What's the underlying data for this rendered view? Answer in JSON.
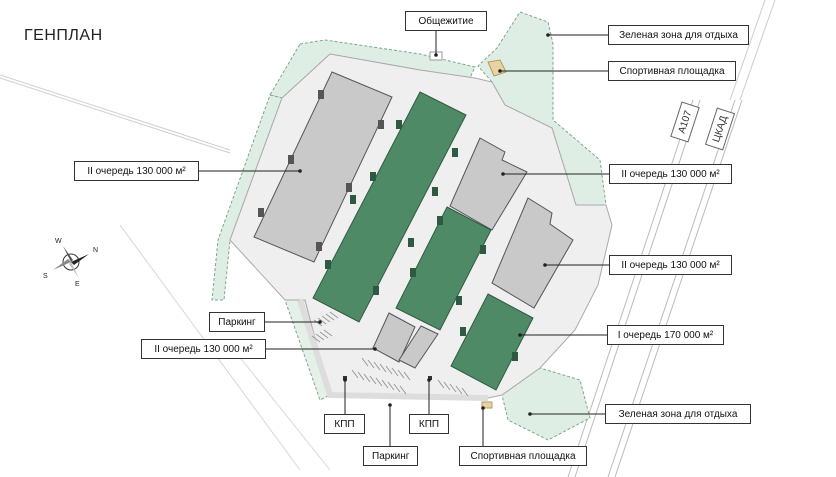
{
  "title": "ГЕНПЛАН",
  "roads": {
    "a107": "А107",
    "ckad": "ЦКАД"
  },
  "compass": {
    "n": "N",
    "s": "S",
    "e": "E",
    "w": "W"
  },
  "labels": {
    "dormitory": "Общежитие",
    "green_zone_top": "Зеленая зона для отдыха",
    "sports_ground_top": "Спортивная площадка",
    "phase2_left": "II очередь 130 000  м²",
    "phase2_right_top": "II очередь 130 000  м²",
    "phase2_right_mid": "II очередь 130 000  м²",
    "parking_left": "Паркинг",
    "phase2_small": "II очередь 130 000  м²",
    "phase1": "I очередь 170 000 м²",
    "kpp_left": "КПП",
    "kpp_right": "КПП",
    "parking_bottom": "Паркинг",
    "sports_ground_bottom": "Спортивная площадка",
    "green_zone_bottom": "Зеленая зона для отдыха"
  },
  "colors": {
    "phase1_building": "#4f8a66",
    "phase2_building": "#c9c9c9",
    "green_zone": "#dfeee4",
    "site": "#efefef"
  }
}
